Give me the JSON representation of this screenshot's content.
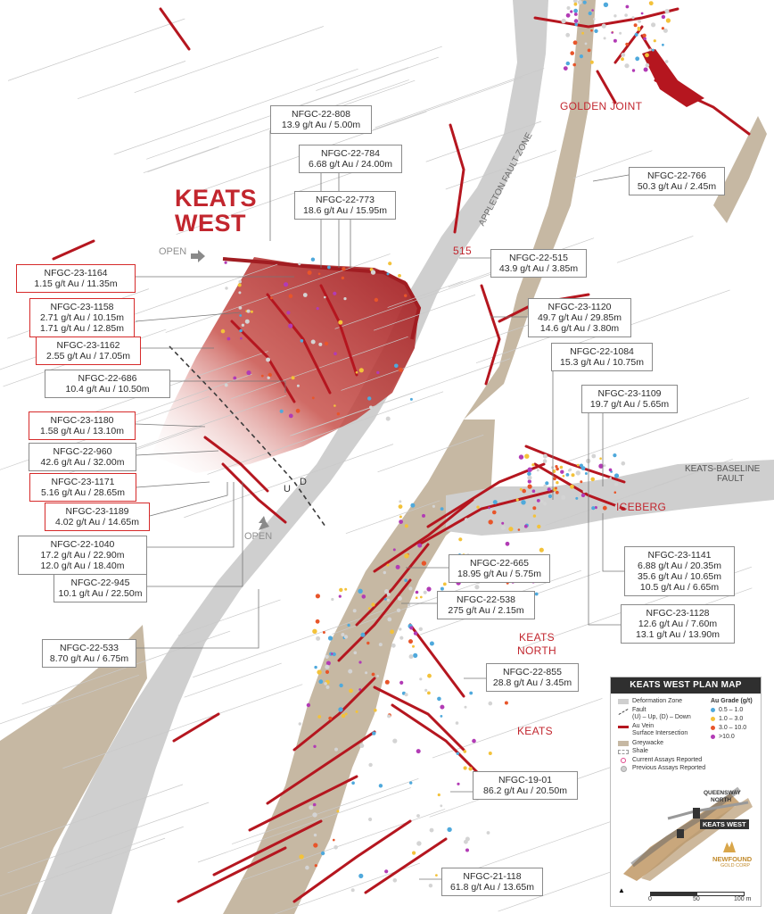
{
  "map": {
    "title_line1": "KEATS",
    "title_line2": "WEST",
    "open_labels": [
      "OPEN",
      "OPEN"
    ],
    "fault_labels": [
      "U",
      "D"
    ],
    "zone_labels": {
      "appleton": "APPLETON FAULT ZONE",
      "keats_baseline_1": "KEATS-BASELINE",
      "keats_baseline_2": "FAULT"
    },
    "place_labels": {
      "golden_joint": "GOLDEN JOINT",
      "z515": "515",
      "iceberg": "ICEBERG",
      "keats_north_1": "KEATS",
      "keats_north_2": "NORTH",
      "keats": "KEATS"
    },
    "colors": {
      "deformation": "#cfcfcf",
      "greywacke": "#c6b8a3",
      "vein": "#b5161f",
      "title": "#c2262e",
      "grade_low": "#4fa9dc",
      "grade_mid": "#f3c23a",
      "grade_high": "#e8552a",
      "grade_top": "#b23bb5"
    }
  },
  "drill_labels": [
    {
      "id": "NFGC-22-808",
      "lines": [
        "13.9 g/t Au / 5.00m"
      ],
      "highlight": false
    },
    {
      "id": "NFGC-22-784",
      "lines": [
        "6.68 g/t Au / 24.00m"
      ],
      "highlight": false
    },
    {
      "id": "NFGC-22-773",
      "lines": [
        "18.6 g/t Au / 15.95m"
      ],
      "highlight": false
    },
    {
      "id": "NFGC-22-766",
      "lines": [
        "50.3 g/t Au / 2.45m"
      ],
      "highlight": false
    },
    {
      "id": "NFGC-22-515",
      "lines": [
        "43.9 g/t Au / 3.85m"
      ],
      "highlight": false
    },
    {
      "id": "NFGC-23-1164",
      "lines": [
        "1.15 g/t Au / 11.35m"
      ],
      "highlight": true
    },
    {
      "id": "NFGC-23-1158",
      "lines": [
        "2.71 g/t Au / 10.15m",
        "1.71 g/t Au / 12.85m"
      ],
      "highlight": true
    },
    {
      "id": "NFGC-23-1162",
      "lines": [
        "2.55 g/t Au / 17.05m"
      ],
      "highlight": true
    },
    {
      "id": "NFGC-22-686",
      "lines": [
        "10.4 g/t Au / 10.50m"
      ],
      "highlight": false
    },
    {
      "id": "NFGC-23-1180",
      "lines": [
        "1.58 g/t Au / 13.10m"
      ],
      "highlight": true
    },
    {
      "id": "NFGC-22-960",
      "lines": [
        "42.6 g/t Au / 32.00m"
      ],
      "highlight": false
    },
    {
      "id": "NFGC-23-1171",
      "lines": [
        "5.16 g/t Au / 28.65m"
      ],
      "highlight": true
    },
    {
      "id": "NFGC-23-1189",
      "lines": [
        "4.02 g/t Au / 14.65m"
      ],
      "highlight": true
    },
    {
      "id": "NFGC-22-1040",
      "lines": [
        "17.2 g/t Au / 22.90m",
        "12.0 g/t Au / 18.40m"
      ],
      "highlight": false
    },
    {
      "id": "NFGC-22-945",
      "lines": [
        "10.1 g/t Au / 22.50m"
      ],
      "highlight": false
    },
    {
      "id": "NFGC-22-533",
      "lines": [
        "8.70 g/t Au / 6.75m"
      ],
      "highlight": false
    },
    {
      "id": "NFGC-23-1120",
      "lines": [
        "49.7 g/t Au / 29.85m",
        "14.6 g/t Au / 3.80m"
      ],
      "highlight": false
    },
    {
      "id": "NFGC-22-1084",
      "lines": [
        "15.3 g/t Au / 10.75m"
      ],
      "highlight": false
    },
    {
      "id": "NFGC-23-1109",
      "lines": [
        "19.7 g/t Au / 5.65m"
      ],
      "highlight": false
    },
    {
      "id": "NFGC-22-665",
      "lines": [
        "18.95 g/t Au / 5.75m"
      ],
      "highlight": false
    },
    {
      "id": "NFGC-22-538",
      "lines": [
        "275 g/t Au / 2.15m"
      ],
      "highlight": false
    },
    {
      "id": "NFGC-23-1141",
      "lines": [
        "6.88 g/t Au / 20.35m",
        "35.6 g/t Au / 10.65m",
        "10.5 g/t Au / 6.65m"
      ],
      "highlight": false
    },
    {
      "id": "NFGC-23-1128",
      "lines": [
        "12.6 g/t Au / 7.60m",
        "13.1 g/t Au / 13.90m"
      ],
      "highlight": false
    },
    {
      "id": "NFGC-22-855",
      "lines": [
        "28.8 g/t Au / 3.45m"
      ],
      "highlight": false
    },
    {
      "id": "NFGC-19-01",
      "lines": [
        "86.2 g/t Au / 20.50m"
      ],
      "highlight": false
    },
    {
      "id": "NFGC-21-118",
      "lines": [
        "61.8 g/t Au / 13.65m"
      ],
      "highlight": false
    }
  ],
  "legend": {
    "title": "KEATS WEST PLAN MAP",
    "items": [
      {
        "label": "Deformation Zone"
      },
      {
        "label": "Fault"
      },
      {
        "label": "(U) – Up, (D) – Down"
      },
      {
        "label": "Au Vein"
      },
      {
        "label": "Surface Intersection"
      },
      {
        "label": "Greywacke"
      },
      {
        "label": "Shale"
      },
      {
        "label": "Current Assays Reported"
      },
      {
        "label": "Previous Assays Reported"
      }
    ],
    "grade_title": "Au Grade (g/t)",
    "grades": [
      "0.5 – 1.0",
      "1.0 – 3.0",
      "3.0 – 10.0",
      ">10.0"
    ],
    "inset": {
      "label_qn_1": "QUEENSWAY",
      "label_qn_2": "NORTH",
      "label_kw": "KEATS WEST",
      "logo_1": "NEWFOUND",
      "logo_2": "GOLD CORP",
      "scale_0": "0",
      "scale_50": "50",
      "scale_100": "100 m"
    }
  }
}
